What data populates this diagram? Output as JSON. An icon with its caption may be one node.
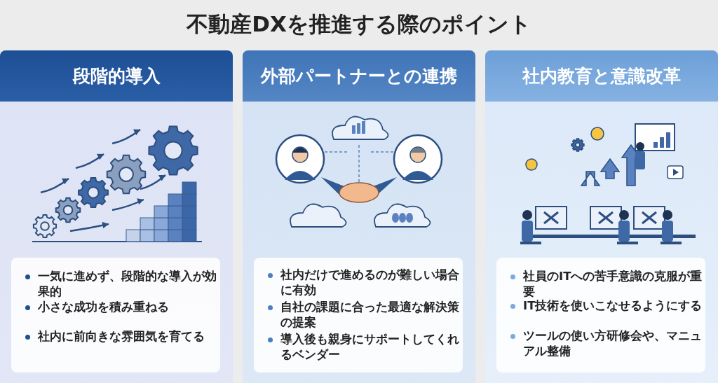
{
  "diagram": {
    "title": "不動産DXを推進する際のポイント",
    "nodes": [
      {
        "text": [
          "段階的導入"
        ]
      },
      {
        "text": [
          "一気に進めず、段階的な導入が効果的",
          "小さな成功を積み重ねる",
          "社内に前向きな雰囲気を育てる"
        ],
        "in": 0
      },
      {
        "text": [
          "外部パートナーとの連携"
        ]
      },
      {
        "text": [
          "社内だけで進めるのが難しい場合に有効",
          "自社の課題に合った最適な解決策の提案",
          "導入後も親身にサポートしてくれるベンダー"
        ],
        "in": 2
      },
      {
        "text": [
          "社内教育と意識改革"
        ]
      },
      {
        "text": [
          "社員のITへの苦手意識の克服が重要",
          "IT技術を使いこなせるようにする",
          "ツールの使い方研修会や、マニュアル整備"
        ],
        "in": 4
      }
    ]
  }
}
